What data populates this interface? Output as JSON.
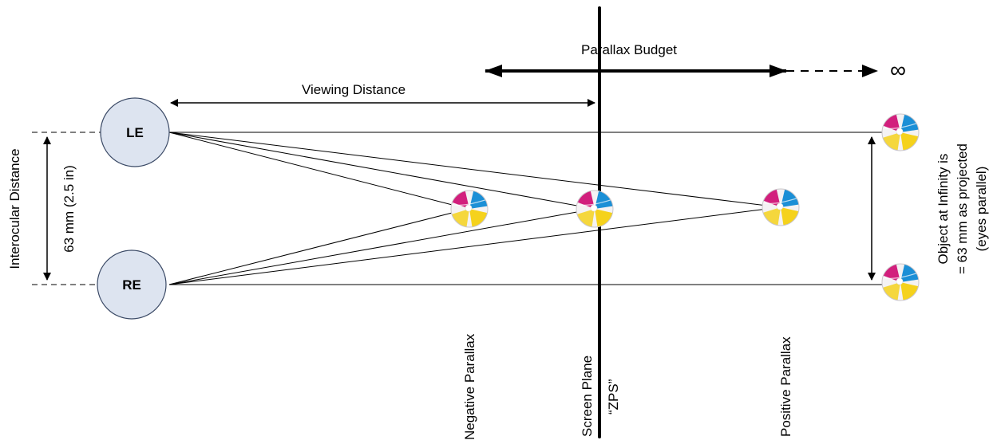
{
  "diagram": {
    "labels": {
      "parallax_budget": "Parallax Budget",
      "infinity": "∞",
      "viewing_distance": "Viewing Distance",
      "left_eye": "LE",
      "right_eye": "RE",
      "interocular_distance": "Interocular Distance",
      "interocular_value": "63 mm (2.5 in)",
      "negative_parallax": "Negative Parallax",
      "screen_plane": "Screen Plane",
      "zps": "“ZPS”",
      "positive_parallax": "Positive Parallax",
      "object_infinity_line1": "Object at Infinity is",
      "object_infinity_line2": "= 63 mm as projected",
      "object_infinity_line3": "(eyes parallel)"
    },
    "colors": {
      "eye_fill": "#dde4f0",
      "eye_stroke": "#3b4a66",
      "line": "#000000",
      "ball_yellow": "#f5d21c",
      "ball_magenta": "#d21f7d",
      "ball_blue": "#1b8fd6",
      "ball_white": "#f4f2f3"
    },
    "icons": [
      "beach-ball-icon"
    ]
  }
}
